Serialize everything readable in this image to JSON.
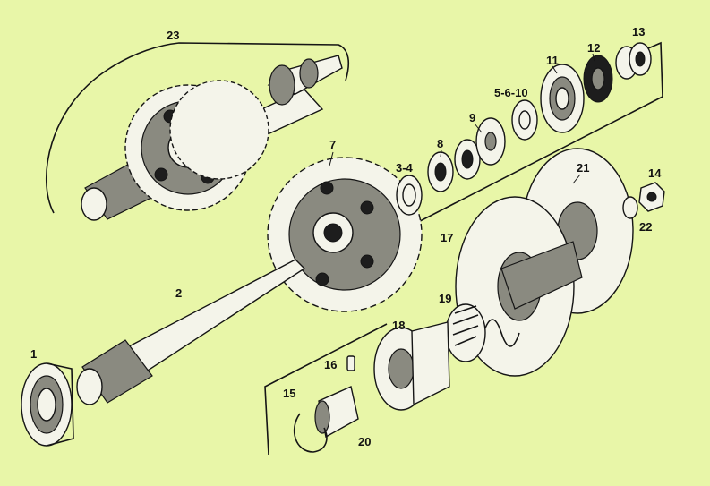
{
  "labels": {
    "l1": "1",
    "l2": "2",
    "l3_4": "3-4",
    "l5_6_10": "5-6-10",
    "l7": "7",
    "l8": "8",
    "l9": "9",
    "l11": "11",
    "l12": "12",
    "l13": "13",
    "l14": "14",
    "l15": "15",
    "l16": "16",
    "l17": "17",
    "l18": "18",
    "l19": "19",
    "l20": "20",
    "l21": "21",
    "l22": "22",
    "l23": "23"
  },
  "colors": {
    "background": "#e8f6a8",
    "ink": "#151515"
  }
}
